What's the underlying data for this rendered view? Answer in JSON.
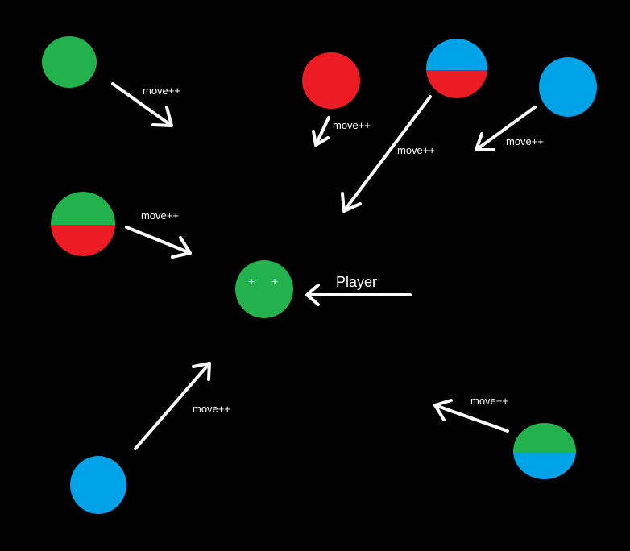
{
  "colors": {
    "background": "#000000",
    "green": "#22b14c",
    "red": "#ed1c24",
    "blue": "#00a2e8",
    "arrow": "#ffffff",
    "text": "#ffffff"
  },
  "player": {
    "label": "Player",
    "eye_left": "+",
    "eye_right": "+",
    "color": "green"
  },
  "enemies": [
    {
      "id": "enemy-green-top-left",
      "fill": [
        "green"
      ]
    },
    {
      "id": "enemy-red-top",
      "fill": [
        "red"
      ]
    },
    {
      "id": "enemy-blue-red-top",
      "fill": [
        "blue",
        "red"
      ]
    },
    {
      "id": "enemy-blue-top-right",
      "fill": [
        "blue"
      ]
    },
    {
      "id": "enemy-green-red-left",
      "fill": [
        "green",
        "red"
      ]
    },
    {
      "id": "enemy-blue-bottom-left",
      "fill": [
        "blue"
      ]
    },
    {
      "id": "enemy-green-blue-bottom-right",
      "fill": [
        "green",
        "blue"
      ]
    }
  ],
  "movement_labels": {
    "green_top_left": "move++",
    "red_top": "move++",
    "blue_red_top": "move++",
    "blue_top_right": "move++",
    "green_red_left": "move++",
    "blue_bottom_left": "move++",
    "green_blue_bottom_right": "move++"
  }
}
